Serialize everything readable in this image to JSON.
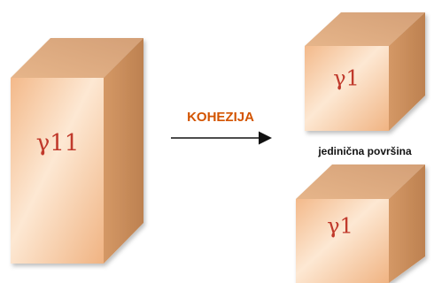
{
  "blocks": {
    "large": {
      "label": "γ11"
    },
    "small_top": {
      "label": "γ1"
    },
    "small_bottom": {
      "label": "γ1"
    }
  },
  "arrow": {
    "label": "KOHEZIJA"
  },
  "surface_label": "jedinična površina",
  "colors": {
    "face_light": "#fdebd9",
    "face_mid": "#f6c79c",
    "face_dark": "#e8a872",
    "side": "#c98d5a",
    "top": "#dcae84",
    "text_red": "#c0392b",
    "arrow_label": "#d35400"
  }
}
